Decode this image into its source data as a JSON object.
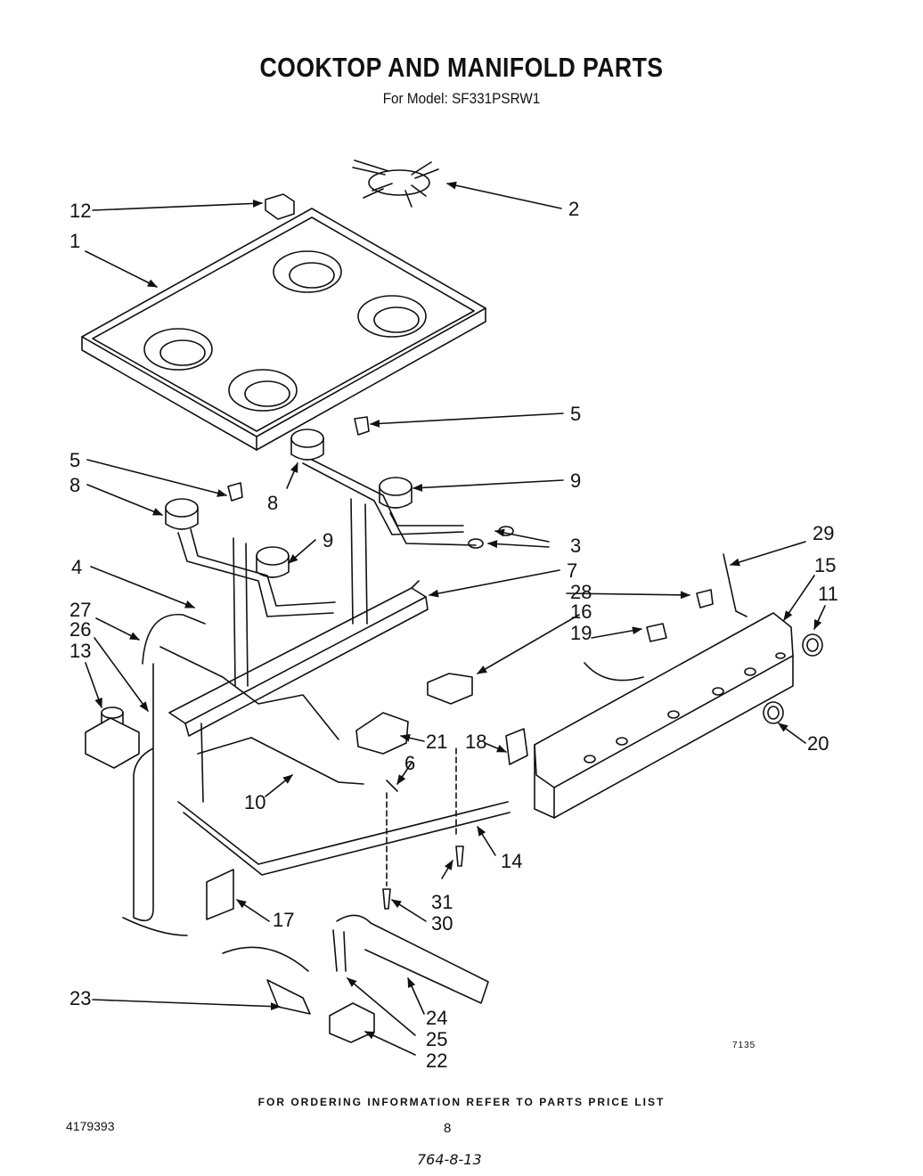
{
  "title": "COOKTOP AND MANIFOLD PARTS",
  "subtitle": "For Model: SF331PSRW1",
  "callouts": {
    "c1": "1",
    "c2": "2",
    "c3": "3",
    "c4": "4",
    "c5a": "5",
    "c5b": "5",
    "c6": "6",
    "c7": "7",
    "c8a": "8",
    "c8b": "8",
    "c9a": "9",
    "c9b": "9",
    "c10": "10",
    "c11": "11",
    "c12": "12",
    "c13": "13",
    "c14": "14",
    "c15": "15",
    "c16": "16",
    "c17": "17",
    "c18": "18",
    "c19": "19",
    "c20": "20",
    "c21": "21",
    "c22": "22",
    "c23": "23",
    "c24": "24",
    "c25": "25",
    "c26": "26",
    "c27": "27",
    "c28": "28",
    "c29": "29",
    "c30": "30",
    "c31": "31"
  },
  "footer": "FOR ORDERING INFORMATION REFER TO PARTS PRICE LIST",
  "doc_number": "4179393",
  "page_number": "8",
  "figure_code": "7135",
  "handwritten_note": "764-8-13"
}
